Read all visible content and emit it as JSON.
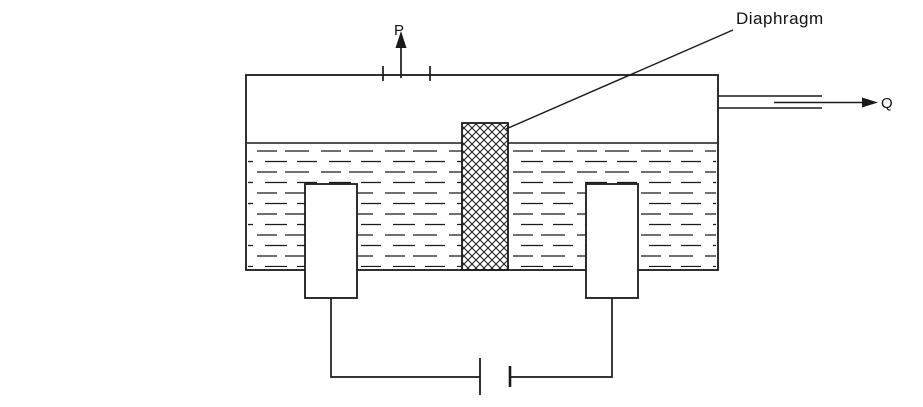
{
  "diagram": {
    "labels": {
      "p": "P",
      "q": "Q",
      "diaphragm": "Diaphragm"
    },
    "colors": {
      "line": "#1a1a1a",
      "background": "#ffffff"
    }
  }
}
